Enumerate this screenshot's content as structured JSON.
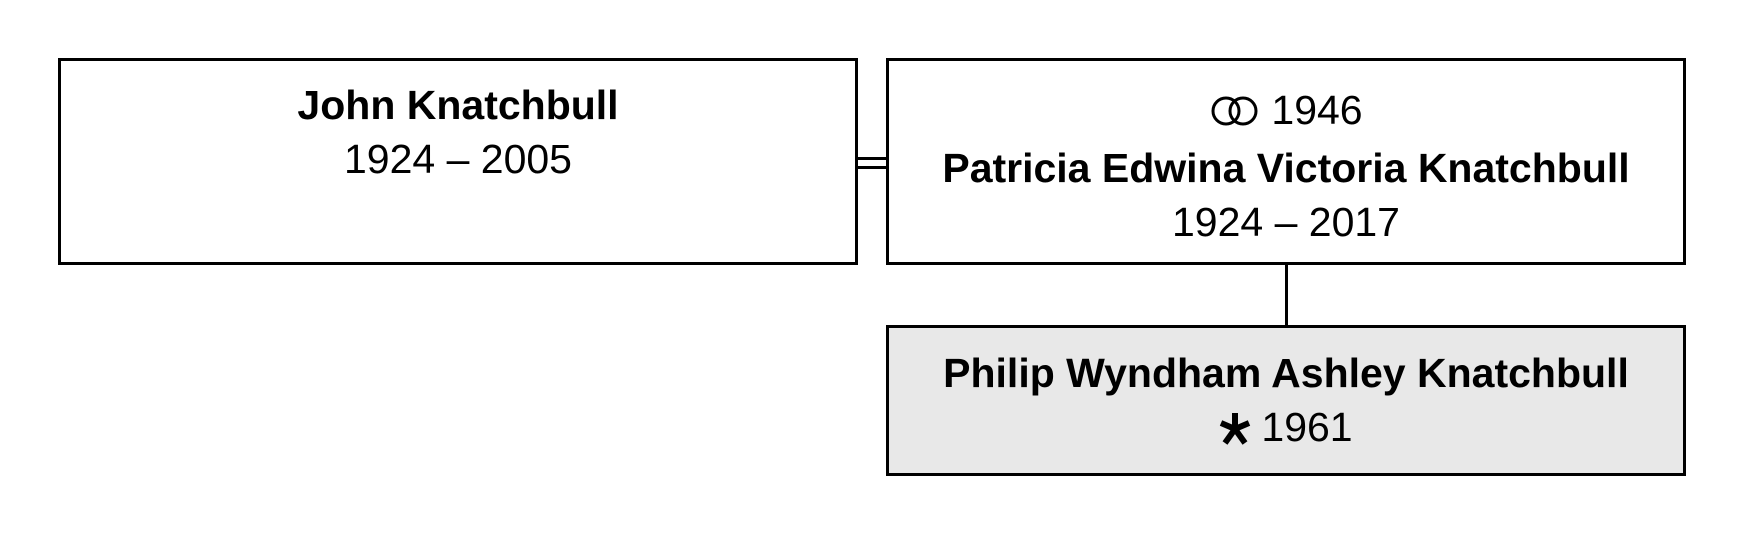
{
  "people": {
    "father": {
      "name": "John Knatchbull",
      "dates": "1924 – 2005"
    },
    "mother": {
      "marriage_year": "1946",
      "name": "Patricia Edwina Victoria Knatchbull",
      "dates": "1924 – 2017"
    },
    "child": {
      "name": "Philip Wyndham Ashley Knatchbull",
      "birth_year": "1961"
    }
  },
  "icons": {
    "marriage": "marriage-rings-icon",
    "birth": "birth-star-icon"
  },
  "colors": {
    "border": "#000000",
    "background": "#ffffff",
    "highlight_fill": "#e8e8e8"
  }
}
